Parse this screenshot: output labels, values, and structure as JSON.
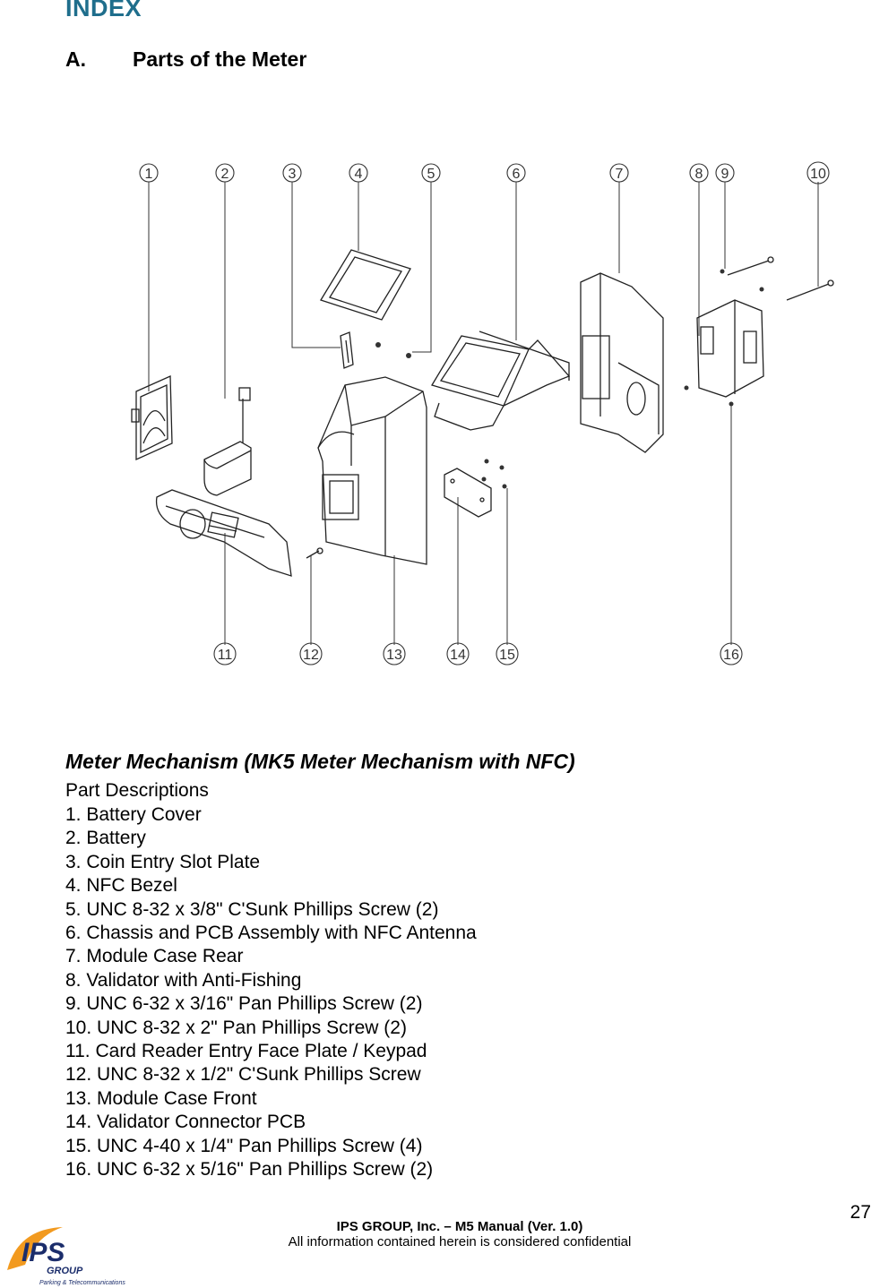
{
  "header": {
    "title": "INDEX",
    "section_number": "A.",
    "section_title": "Parts of the Meter"
  },
  "diagram": {
    "callouts": [
      "1",
      "2",
      "3",
      "4",
      "5",
      "6",
      "7",
      "8",
      "9",
      "10",
      "11",
      "12",
      "13",
      "14",
      "15",
      "16"
    ]
  },
  "mechanism": {
    "title": "Meter Mechanism (MK5 Meter Mechanism with NFC)",
    "descriptions_heading": "Part Descriptions",
    "parts": [
      "1. Battery Cover",
      "2. Battery",
      "3. Coin Entry Slot Plate",
      "4. NFC Bezel",
      "5. UNC 8-32 x 3/8\" C'Sunk Phillips Screw (2)",
      "6. Chassis and PCB Assembly with NFC Antenna",
      "7. Module Case Rear",
      "8. Validator with Anti-Fishing",
      "9. UNC 6-32 x 3/16\" Pan Phillips Screw (2)",
      "10. UNC 8-32 x 2\" Pan Phillips Screw (2)",
      "11. Card Reader Entry Face Plate / Keypad",
      "12. UNC 8-32 x 1/2\" C'Sunk Phillips Screw",
      "13. Module Case Front",
      "14. Validator Connector PCB",
      "15. UNC 4-40 x 1/4\" Pan Phillips Screw (4)",
      "16. UNC 6-32 x 5/16\" Pan Phillips Screw (2)"
    ]
  },
  "footer": {
    "page_number": "27",
    "company": "IPS GROUP, Inc. – M5 Manual (Ver. 1.0)",
    "confidential": "All information contained herein is considered confidential"
  },
  "logo": {
    "brand": "IPS",
    "sub": "GROUP",
    "tagline": "Parking & Telecommunications",
    "colors": {
      "orange": "#f29a1f",
      "navy": "#1b2d6b"
    }
  },
  "colors": {
    "title": "#1f6e8c",
    "text": "#000000"
  }
}
